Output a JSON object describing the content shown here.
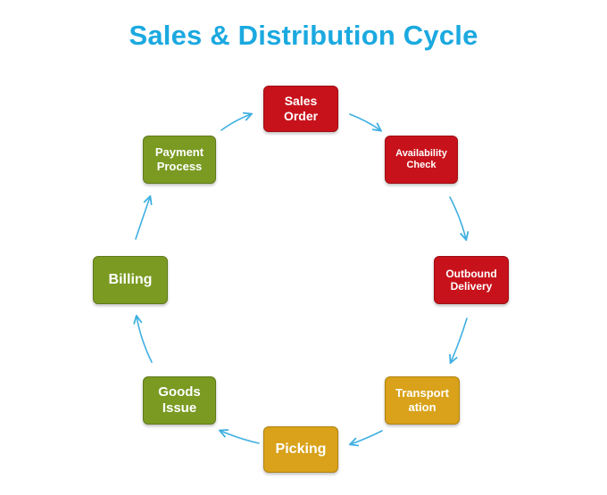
{
  "title": "Sales & Distribution Cycle",
  "colors": {
    "title": "#1ba9e0",
    "red": "#c8121b",
    "green": "#7a9a22",
    "gold": "#d9a21a",
    "arrow": "#3fb0e0"
  },
  "steps": [
    {
      "label": "Sales\nOrder"
    },
    {
      "label": "Availability\nCheck"
    },
    {
      "label": "Outbound\nDelivery"
    },
    {
      "label": "Transport\nation"
    },
    {
      "label": "Picking"
    },
    {
      "label": "Goods\nIssue"
    },
    {
      "label": "Billing"
    },
    {
      "label": "Payment\nProcess"
    }
  ]
}
